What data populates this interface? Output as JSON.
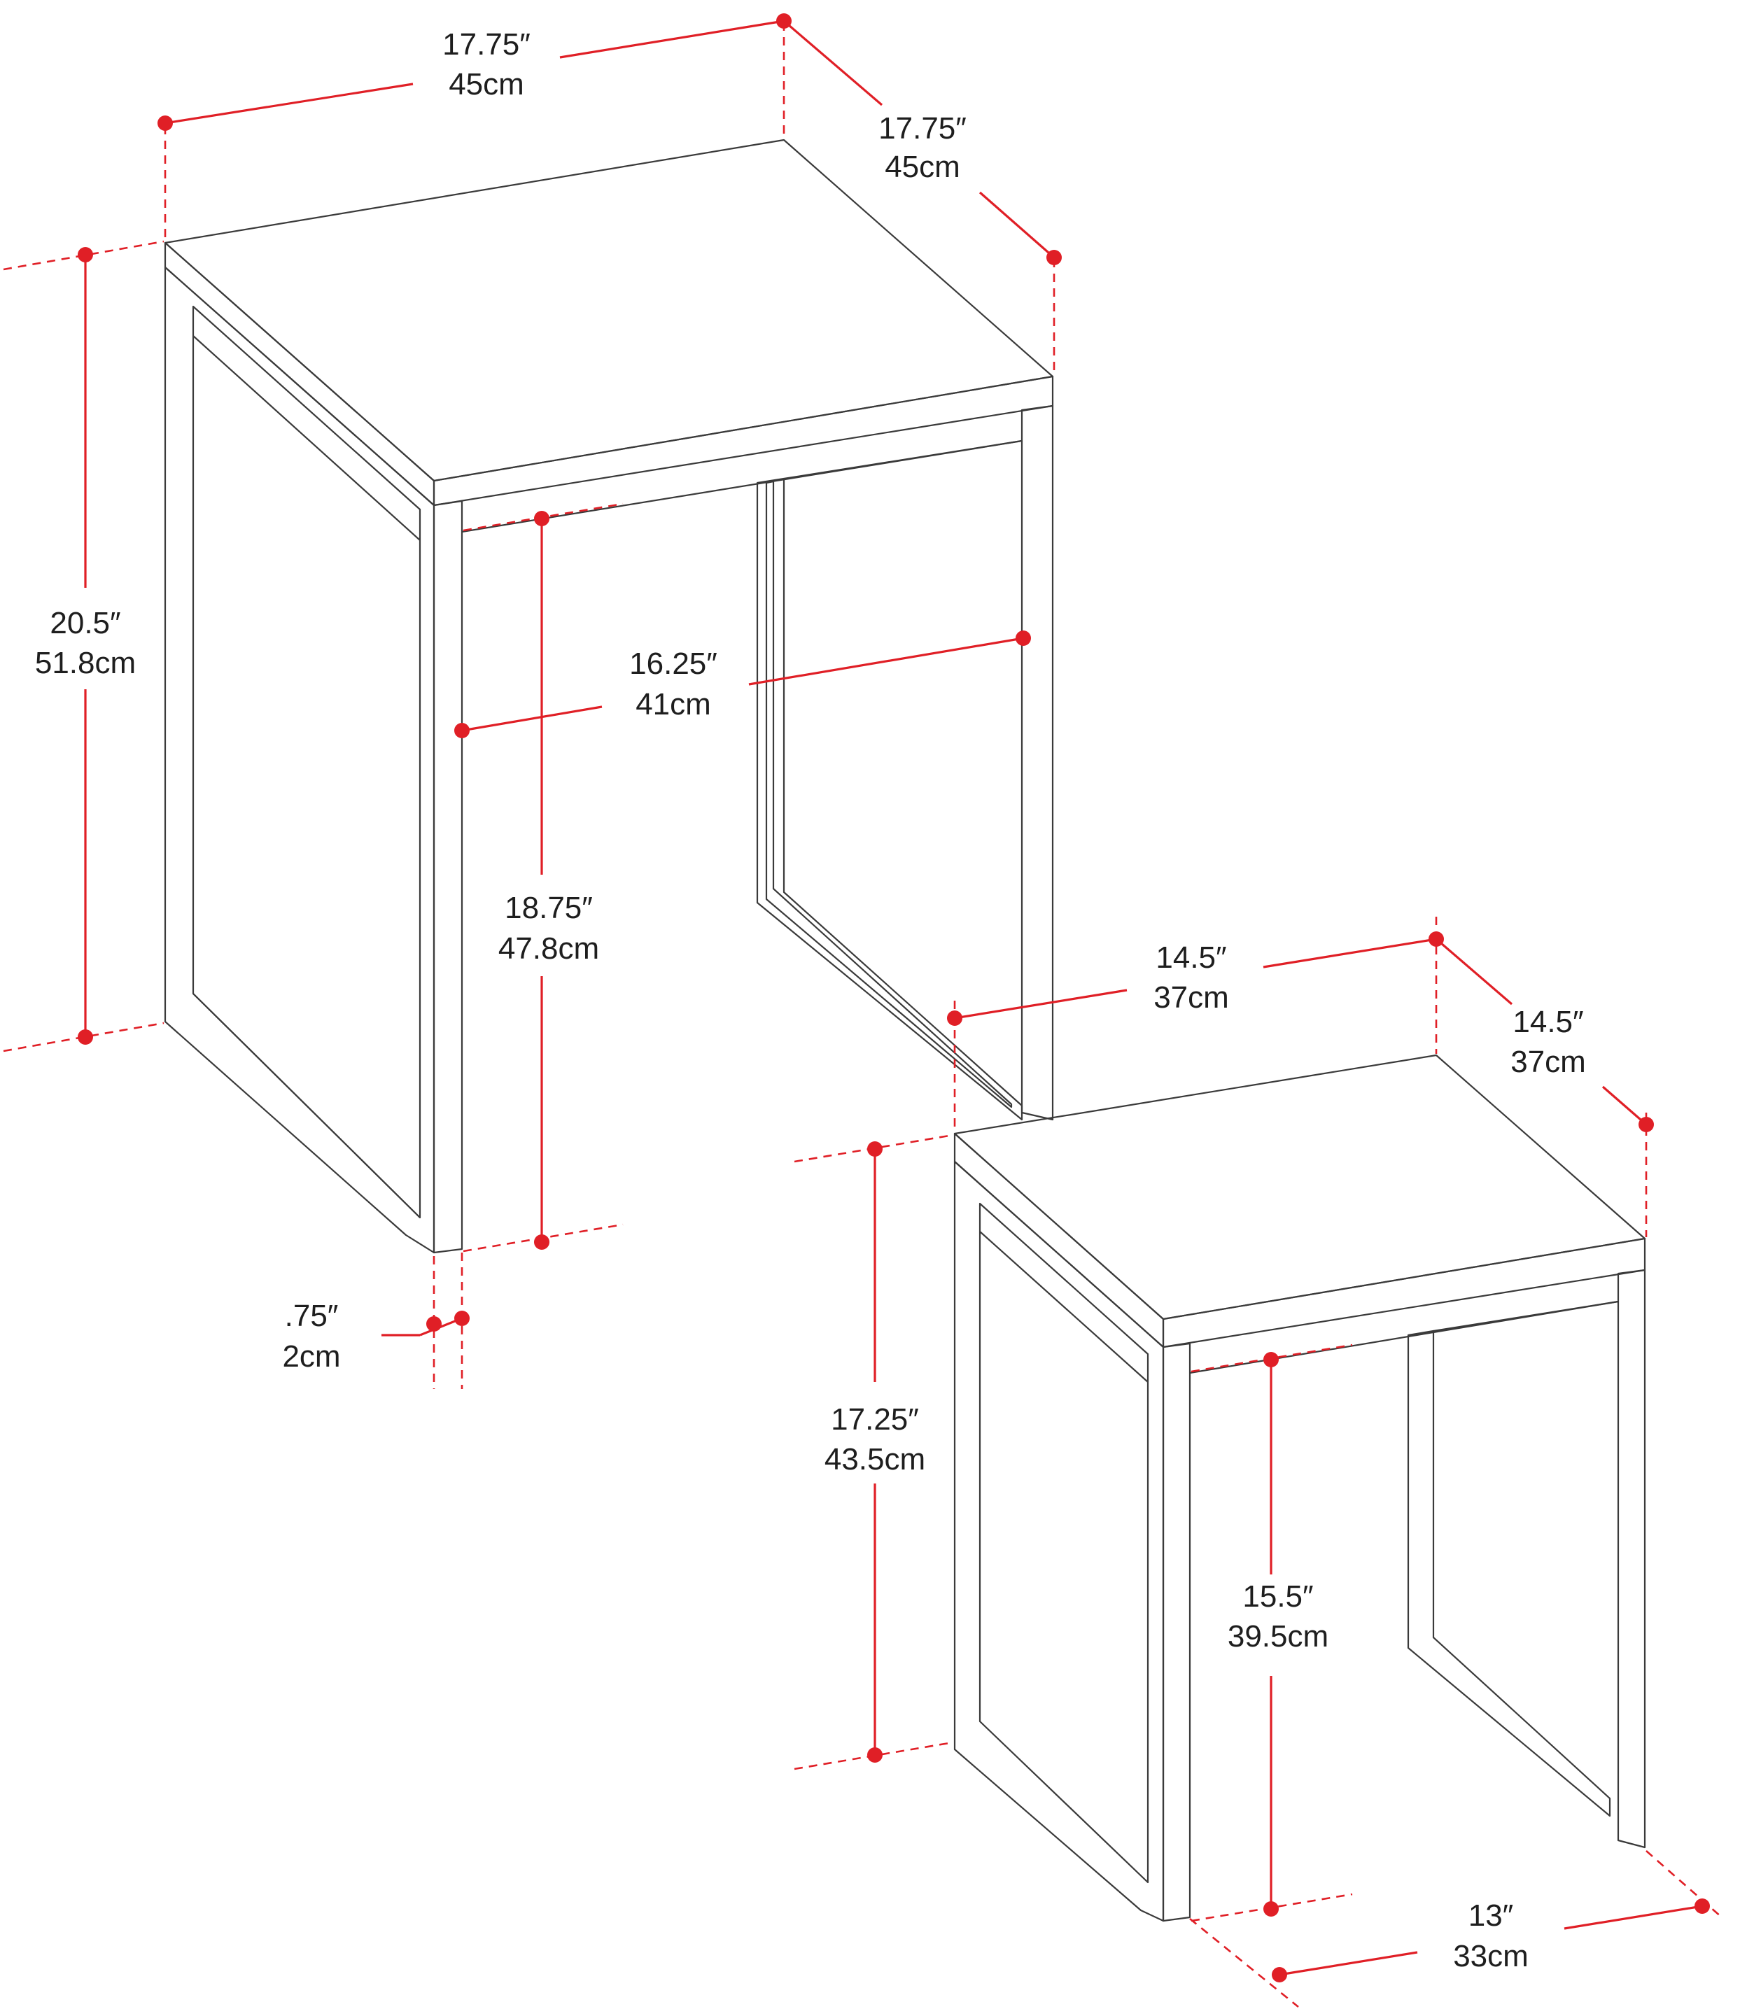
{
  "colors": {
    "dimension": "#e01f26",
    "line_art": "#3a3a3a",
    "text": "#1e1e1e",
    "background": "#ffffff"
  },
  "large_table": {
    "width": {
      "in": "17.75″",
      "cm": "45cm"
    },
    "depth": {
      "in": "17.75″",
      "cm": "45cm"
    },
    "height": {
      "in": "20.5″",
      "cm": "51.8cm"
    },
    "inner_width": {
      "in": "16.25″",
      "cm": "41cm"
    },
    "clearance": {
      "in": "18.75″",
      "cm": "47.8cm"
    },
    "leg_thickness": {
      "in": ".75″",
      "cm": "2cm"
    }
  },
  "small_table": {
    "width": {
      "in": "14.5″",
      "cm": "37cm"
    },
    "depth": {
      "in": "14.5″",
      "cm": "37cm"
    },
    "height": {
      "in": "17.25″",
      "cm": "43.5cm"
    },
    "clearance": {
      "in": "15.5″",
      "cm": "39.5cm"
    },
    "inner_depth": {
      "in": "13″",
      "cm": "33cm"
    }
  }
}
